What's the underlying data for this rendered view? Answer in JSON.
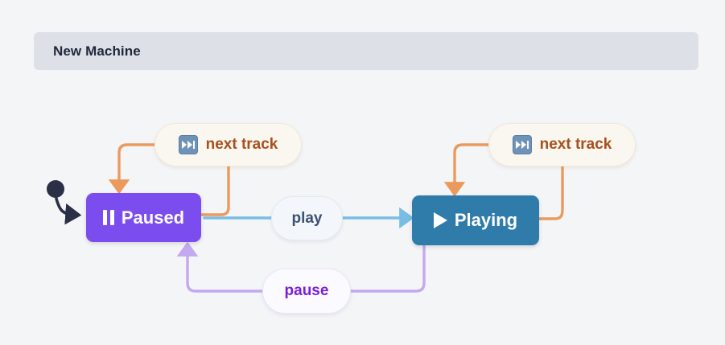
{
  "header": {
    "title": "New Machine"
  },
  "canvas": {
    "background_color": "#f4f5f7"
  },
  "states": [
    {
      "id": "paused",
      "label": "Paused",
      "icon": "pause-icon",
      "color": "#7c4dee",
      "text_color": "#ffffff",
      "initial": true
    },
    {
      "id": "playing",
      "label": "Playing",
      "icon": "play-icon",
      "color": "#2f7cab",
      "text_color": "#ffffff",
      "initial": false
    }
  ],
  "transitions": [
    {
      "id": "paused-next-track",
      "event": "next track",
      "icon": "next-track-icon",
      "from": "paused",
      "to": "paused",
      "color": "#eb9a5e",
      "text_color": "#a8501b"
    },
    {
      "id": "playing-next-track",
      "event": "next track",
      "icon": "next-track-icon",
      "from": "playing",
      "to": "playing",
      "color": "#eb9a5e",
      "text_color": "#a8501b"
    },
    {
      "id": "play",
      "event": "play",
      "from": "paused",
      "to": "playing",
      "color": "#79bde4",
      "text_color": "#3b5272"
    },
    {
      "id": "pause",
      "event": "pause",
      "from": "playing",
      "to": "paused",
      "color": "#c3a9ef",
      "text_color": "#7b1fd6"
    }
  ]
}
